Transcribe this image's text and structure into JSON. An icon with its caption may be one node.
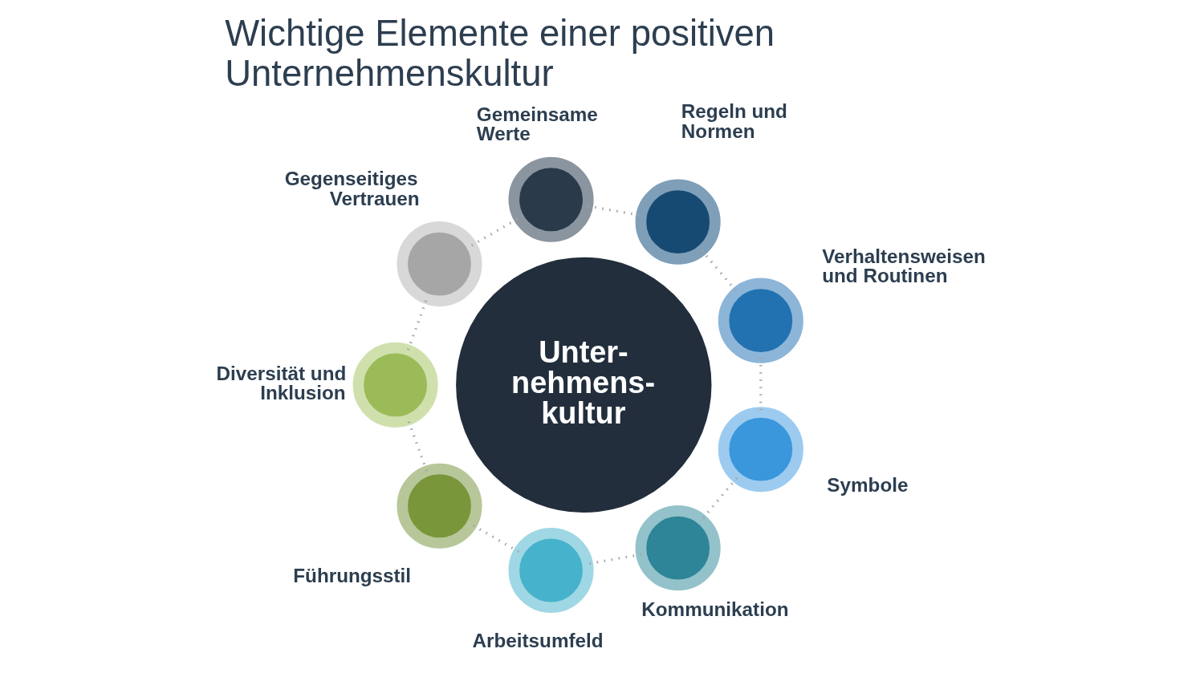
{
  "diagram": {
    "title": "Wichtige Elemente einer positiven Unternehmenskultur",
    "nodes": [
      {
        "text": [
          "Unter- nehmens- kultur"
        ]
      },
      {
        "text": [],
        "shape": "circle",
        "beside": [
          "Gemeinsame Werte"
        ]
      },
      {
        "text": [],
        "shape": "circle",
        "beside": [
          "Regeln und Normen"
        ]
      },
      {
        "text": [],
        "shape": "circle",
        "beside": [
          "Verhaltensweisen und Routinen"
        ]
      },
      {
        "text": [],
        "shape": "circle",
        "beside": [
          "Symbole"
        ]
      },
      {
        "text": [],
        "shape": "circle",
        "beside": [
          "Kommunikation"
        ]
      },
      {
        "text": [],
        "shape": "circle",
        "beside": [
          "Arbeitsumfeld"
        ]
      },
      {
        "text": [],
        "shape": "circle",
        "beside": [
          "Führungsstil"
        ]
      },
      {
        "text": [],
        "shape": "circle",
        "beside": [
          "Diversität und Inklusion"
        ]
      },
      {
        "text": [],
        "shape": "circle",
        "beside": [
          "Gegenseitiges Vertrauen"
        ]
      }
    ],
    "edges": [
      {
        "from": 1,
        "to": 2,
        "arrow": "none",
        "style": "dashed"
      },
      {
        "from": 2,
        "to": 3,
        "arrow": "none",
        "style": "dashed"
      },
      {
        "from": 3,
        "to": 4,
        "arrow": "none",
        "style": "dashed"
      },
      {
        "from": 4,
        "to": 5,
        "arrow": "none",
        "style": "dashed"
      },
      {
        "from": 5,
        "to": 6,
        "arrow": "none",
        "style": "dashed"
      },
      {
        "from": 6,
        "to": 7,
        "arrow": "none",
        "style": "dashed"
      },
      {
        "from": 7,
        "to": 8,
        "arrow": "none",
        "style": "dashed"
      },
      {
        "from": 8,
        "to": 9,
        "arrow": "none",
        "style": "dashed"
      },
      {
        "from": 9,
        "to": 1,
        "arrow": "none",
        "style": "dashed"
      }
    ]
  }
}
